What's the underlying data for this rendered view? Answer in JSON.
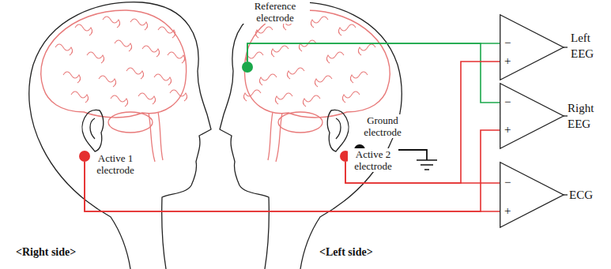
{
  "diagram": {
    "nodes": [
      {
        "text": [
          "Reference electrode"
        ]
      },
      {
        "text": [
          "−",
          "+",
          "Left EEG"
        ]
      },
      {
        "text": [
          "−",
          "+",
          "Right EEG"
        ]
      },
      {
        "text": [
          "Ground electrode"
        ]
      },
      {
        "text": [
          "Active 1 electrode"
        ]
      },
      {
        "text": [
          "Active 2 electrode"
        ]
      },
      {
        "text": [
          "−",
          "+",
          "ECG"
        ]
      }
    ],
    "edges": [
      {
        "from": 0,
        "to": 1,
        "arrow": "none"
      },
      {
        "from": 0,
        "to": 2,
        "arrow": "none"
      },
      {
        "from": 5,
        "to": 1,
        "arrow": "none"
      },
      {
        "from": 5,
        "to": 6,
        "arrow": "none"
      },
      {
        "from": 4,
        "to": 6,
        "arrow": "none"
      },
      {
        "from": 4,
        "to": 2,
        "arrow": "none"
      }
    ],
    "labels": [
      "<Right side>",
      "<Left side>"
    ]
  }
}
